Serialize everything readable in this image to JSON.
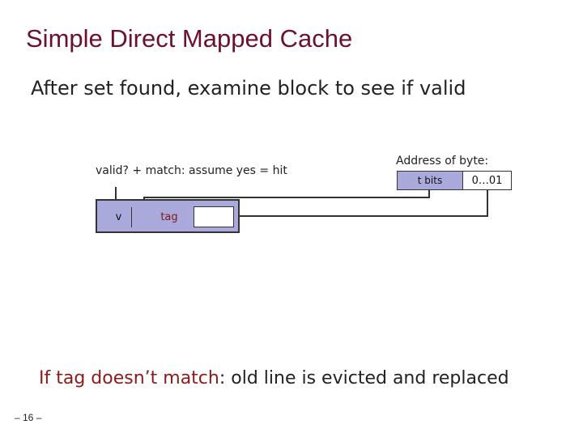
{
  "slide": {
    "title": "Simple Direct Mapped Cache",
    "subtitle": "After set found, examine block to see if valid",
    "valid_label": "valid? + match: assume yes = hit",
    "cache_line": {
      "valid_bit": "v",
      "tag": "tag"
    },
    "address": {
      "label": "Address of byte:",
      "tag_bits": "t bits",
      "offset": "0…01"
    },
    "bottom": {
      "highlight": "If tag doesn’t match",
      "rest": ": old line is evicted and replaced"
    },
    "page_number": "– 16 –"
  }
}
